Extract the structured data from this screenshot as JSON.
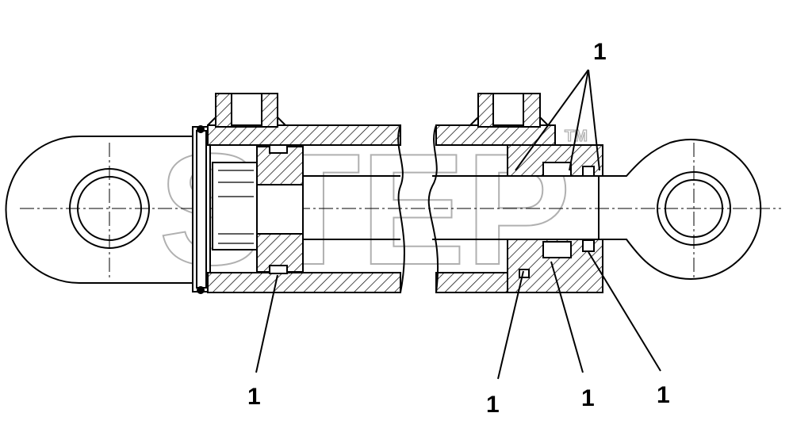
{
  "watermark": {
    "text": "STEP",
    "trademark": "TM"
  },
  "callouts": [
    {
      "id": "top-right",
      "label": "1"
    },
    {
      "id": "piston",
      "label": "1"
    },
    {
      "id": "gland-a",
      "label": "1"
    },
    {
      "id": "gland-b",
      "label": "1"
    },
    {
      "id": "gland-c",
      "label": "1"
    }
  ]
}
